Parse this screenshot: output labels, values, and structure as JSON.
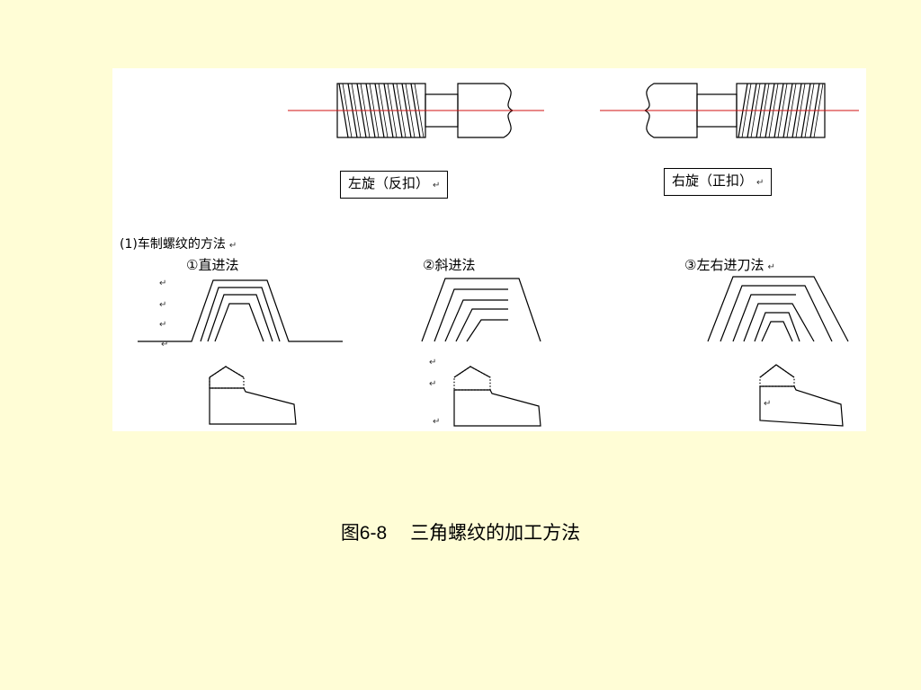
{
  "figure": {
    "left_hand_label": "左旋（反扣）",
    "right_hand_label": "右旋（正扣）",
    "section_title": "(1)车制螺纹的方法",
    "methods": [
      {
        "label": "①直进法"
      },
      {
        "label": "②斜进法"
      },
      {
        "label": "③左右进刀法"
      }
    ],
    "return_mark": "↵"
  },
  "caption": {
    "number": "图6-8",
    "text": "三角螺纹的加工方法"
  }
}
